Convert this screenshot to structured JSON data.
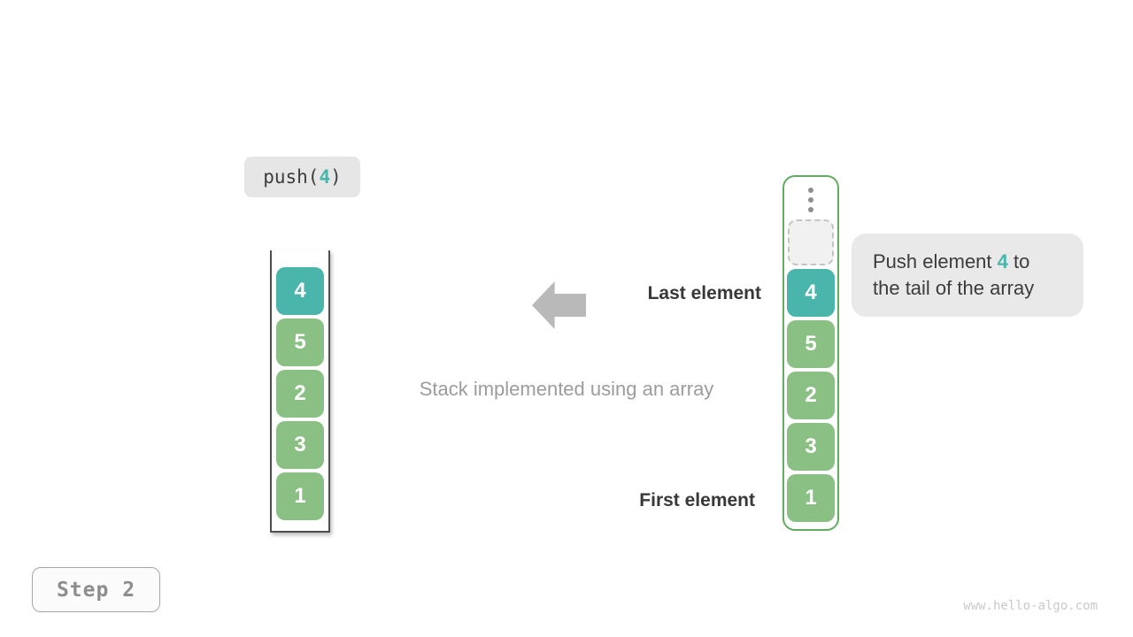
{
  "colors": {
    "teal": "#4ab5ab",
    "green": "#8ac084",
    "green_border": "#61ac61",
    "arrow_gray": "#b9b9b9"
  },
  "operation": {
    "prefix": "push(",
    "argument": "4",
    "suffix": ")"
  },
  "left_stack": {
    "items": [
      {
        "value": "4",
        "variant": "teal"
      },
      {
        "value": "5",
        "variant": "green"
      },
      {
        "value": "2",
        "variant": "green"
      },
      {
        "value": "3",
        "variant": "green"
      },
      {
        "value": "1",
        "variant": "green"
      }
    ]
  },
  "right_stack": {
    "ellipsis_icon": "vertical-ellipsis",
    "empty_slot": "dashed-placeholder",
    "items": [
      {
        "value": "4",
        "variant": "teal"
      },
      {
        "value": "5",
        "variant": "green"
      },
      {
        "value": "2",
        "variant": "green"
      },
      {
        "value": "3",
        "variant": "green"
      },
      {
        "value": "1",
        "variant": "green"
      }
    ]
  },
  "labels": {
    "last_element": "Last element",
    "first_element": "First element",
    "caption": "Stack implemented using an array"
  },
  "icons": {
    "arrow": "arrow-left"
  },
  "tooltip": {
    "text_before": "Push element ",
    "highlight": "4",
    "text_after": " to",
    "line2": "the tail of the array"
  },
  "step": {
    "label": "Step 2"
  },
  "watermark": "www.hello-algo.com"
}
